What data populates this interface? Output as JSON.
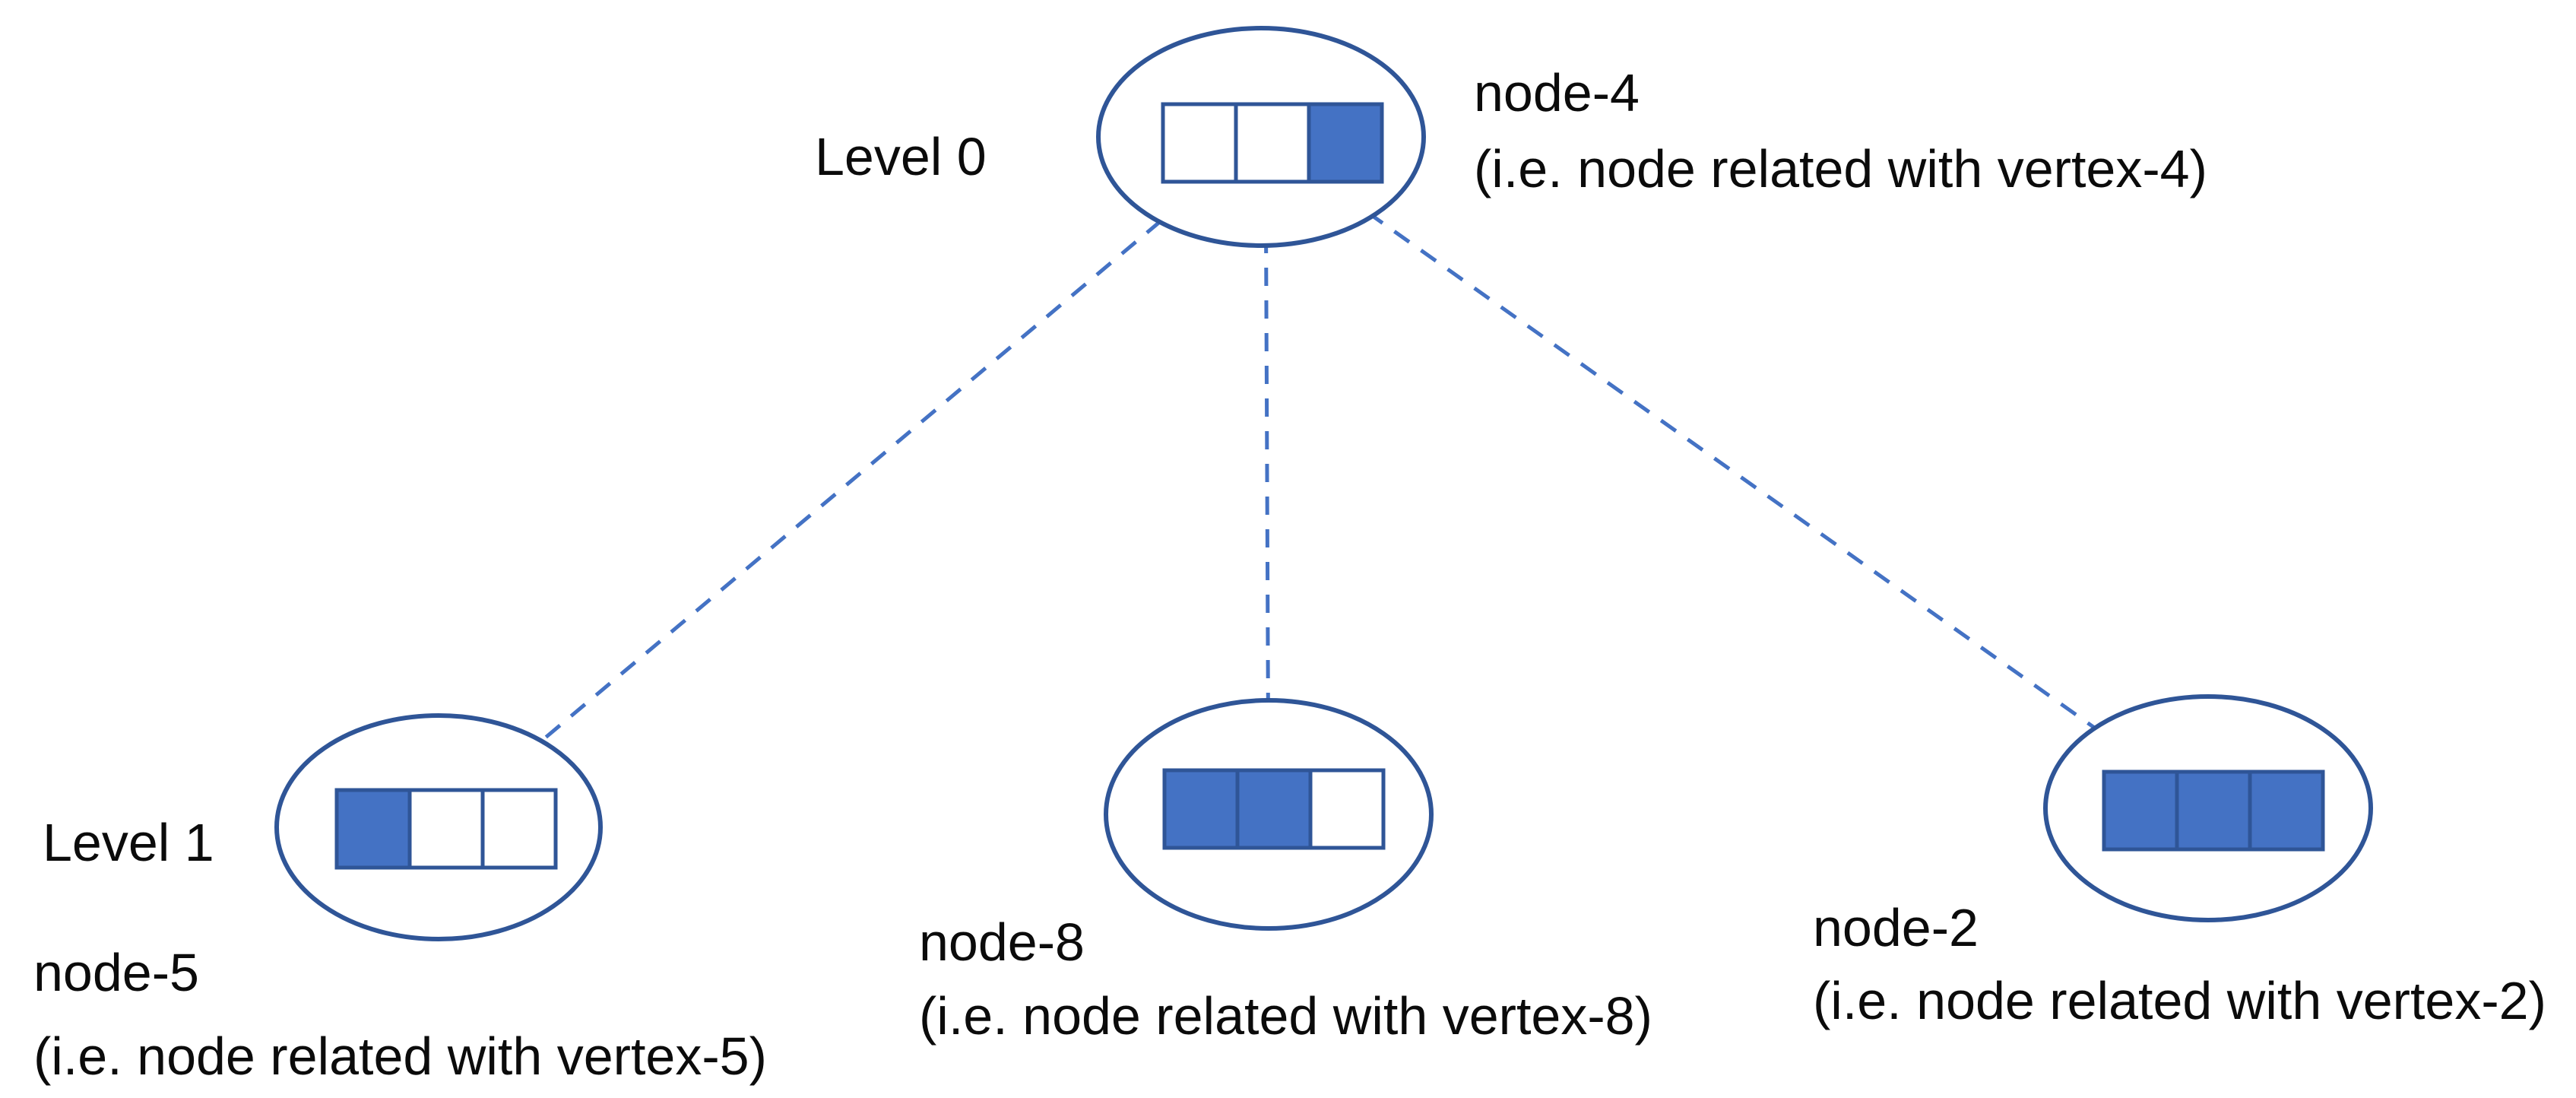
{
  "colors": {
    "cell_filled": "#4472C4",
    "cell_empty": "#FFFFFF",
    "node_outline": "#2F5597",
    "connector": "#4472C4",
    "label_text": "#0B0B0B"
  },
  "levels": [
    {
      "label": "Level 0"
    },
    {
      "label": "Level 1"
    }
  ],
  "nodes": [
    {
      "title": "node-4",
      "subtitle": "(i.e. node related with vertex-4)",
      "level": 0,
      "cells": [
        0,
        0,
        1
      ],
      "cell_fills": [
        "#FFFFFF",
        "#FFFFFF",
        "#4472C4"
      ]
    },
    {
      "title": "node-5",
      "subtitle": "(i.e. node related with vertex-5)",
      "level": 1,
      "cells": [
        1,
        0,
        0
      ],
      "cell_fills": [
        "#4472C4",
        "#FFFFFF",
        "#FFFFFF"
      ]
    },
    {
      "title": "node-8",
      "subtitle": "(i.e. node related with vertex-8)",
      "level": 1,
      "cells": [
        1,
        1,
        0
      ],
      "cell_fills": [
        "#4472C4",
        "#4472C4",
        "#FFFFFF"
      ]
    },
    {
      "title": "node-2",
      "subtitle": "(i.e. node related with vertex-2)",
      "level": 1,
      "cells": [
        1,
        1,
        1
      ],
      "cell_fills": [
        "#4472C4",
        "#4472C4",
        "#4472C4"
      ]
    }
  ],
  "edges": [
    {
      "from": "node-4",
      "to": "node-5",
      "style": "dashed"
    },
    {
      "from": "node-4",
      "to": "node-8",
      "style": "dashed"
    },
    {
      "from": "node-4",
      "to": "node-2",
      "style": "dashed"
    }
  ]
}
